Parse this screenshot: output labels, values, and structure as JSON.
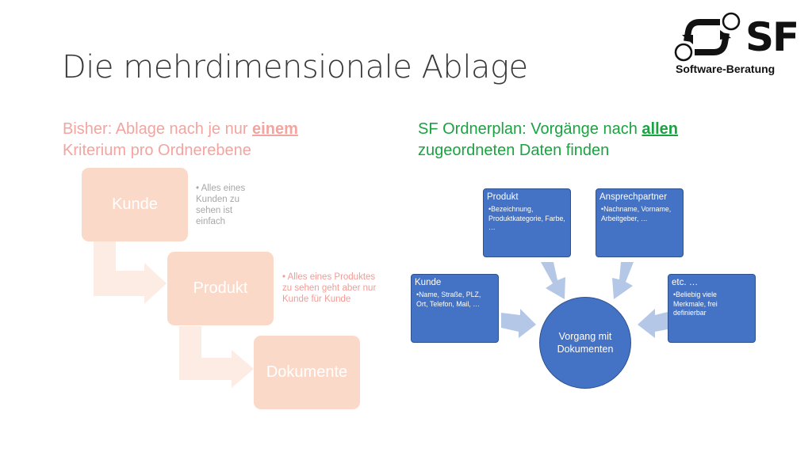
{
  "slide": {
    "title": "Die mehrdimensionale Ablage",
    "logo": {
      "letters": "SF",
      "tagline": "Software-Beratung",
      "icon": "sf-logo-icon"
    },
    "left": {
      "heading_pre": "Bisher: Ablage nach je nur ",
      "heading_emph": "einem",
      "heading_post": "Kriterium pro Ordnerebene",
      "levels": [
        {
          "label": "Kunde",
          "bullet": "• Alles eines Kunden zu sehen ist einfach"
        },
        {
          "label": "Produkt",
          "bullet": "• Alles eines Produktes zu sehen geht aber nur Kunde für Kunde"
        },
        {
          "label": "Dokumente"
        }
      ]
    },
    "right": {
      "heading_pre": "SF Ordnerplan: Vorgänge nach ",
      "heading_emph": "allen",
      "heading_post": "zugeordneten Daten finden",
      "center": "Vorgang mit Dokumenten",
      "boxes": [
        {
          "title": "Produkt",
          "desc": "•Bezeichnung, Produktkategorie, Farbe, …"
        },
        {
          "title": "Ansprechpartner",
          "desc": "•Nachname, Vorname, Arbeitgeber, …"
        },
        {
          "title": "Kunde",
          "desc": "•Name, Straße, PLZ, Ort, Telefon, Mail, …"
        },
        {
          "title": "etc. …",
          "desc": "•Beliebig viele Merkmale, frei definierbar"
        }
      ]
    },
    "colors": {
      "peach": "#fbd9c8",
      "blue": "#4472c4",
      "green": "#1aa340",
      "pink": "#f2a5a0",
      "arrow_blue": "#b4c7e7"
    }
  }
}
